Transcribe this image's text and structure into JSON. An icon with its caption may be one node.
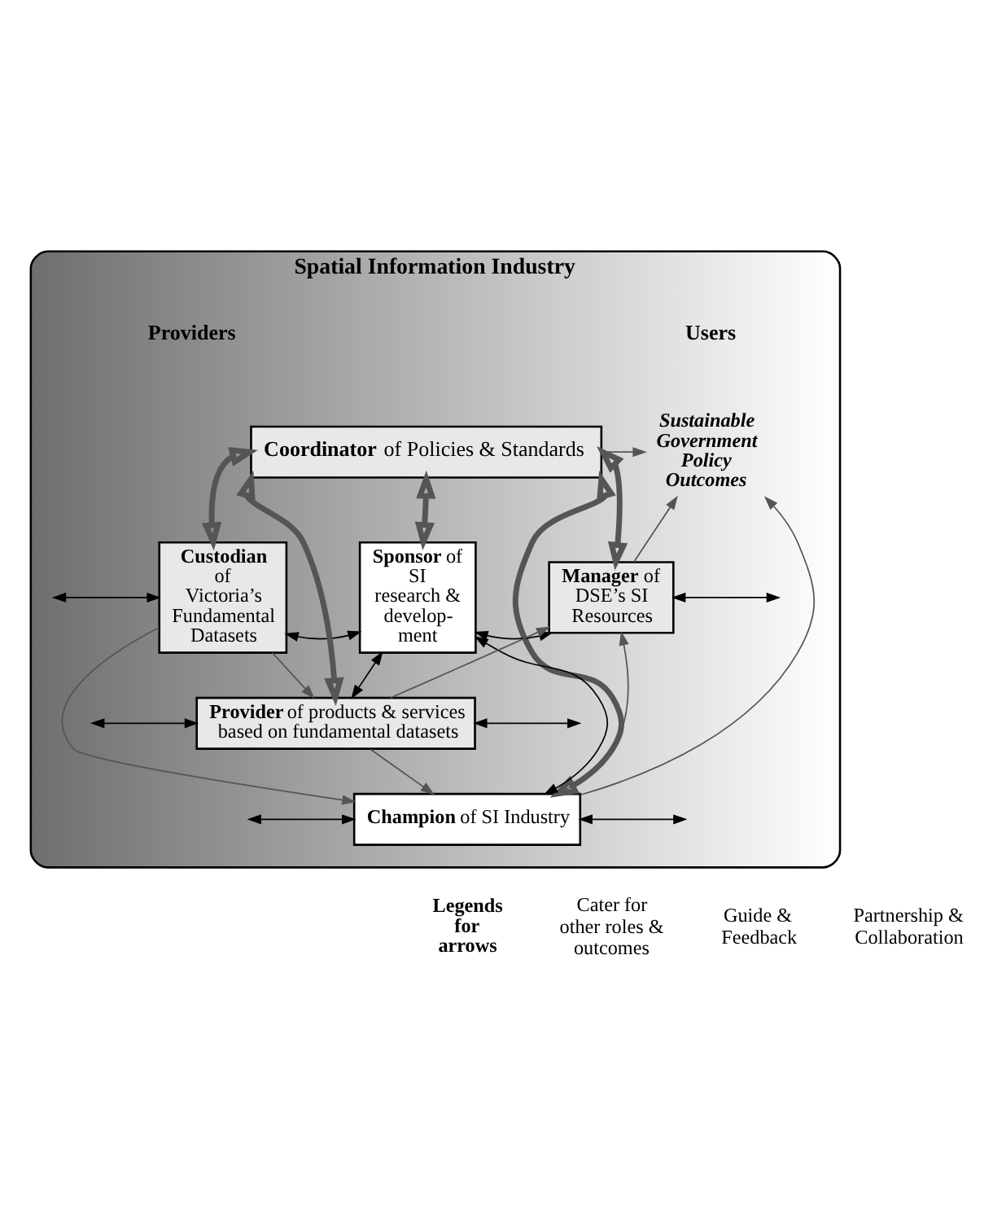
{
  "diagram": {
    "nodes": [
      {
        "text": [
          "Spatial Information Industry"
        ]
      },
      {
        "text": [
          "**Coordinator** of Policies & Standards"
        ],
        "in": 0
      },
      {
        "text": [
          "Sustainable Government Policy Outcomes"
        ],
        "in": 0
      },
      {
        "text": [
          "**Custodian** of Victoria’s Fundamental Datasets"
        ],
        "in": 0
      },
      {
        "text": [
          "**Sponsor** of SI research & develop- ment"
        ],
        "in": 0
      },
      {
        "text": [
          "**Manager** of DSE’s SI Resources"
        ],
        "in": 0
      },
      {
        "text": [
          "**Provider** of products & services based on fundamental datasets"
        ],
        "in": 0
      },
      {
        "text": [
          "**Champion** of SI Industry"
        ],
        "in": 0
      }
    ],
    "edges": [
      {
        "from": 1,
        "to": 2,
        "arrow": "to"
      },
      {
        "from": 1,
        "to": 3,
        "arrow": "both",
        "style": "thick"
      },
      {
        "from": 1,
        "to": 4,
        "arrow": "both",
        "style": "thick"
      },
      {
        "from": 1,
        "to": 5,
        "arrow": "both",
        "style": "thick"
      },
      {
        "from": 1,
        "to": 6,
        "arrow": "both",
        "style": "thick"
      },
      {
        "from": 1,
        "to": 7,
        "arrow": "both",
        "style": "thick"
      },
      {
        "from": 5,
        "to": 2,
        "arrow": "to"
      },
      {
        "from": 7,
        "to": 2,
        "arrow": "to"
      },
      {
        "from": null,
        "to": 3,
        "arrow": "both",
        "color": "#000000"
      },
      {
        "from": 3,
        "to": 4,
        "arrow": "both",
        "color": "#000000"
      },
      {
        "from": 4,
        "to": 5,
        "arrow": "both",
        "color": "#000000"
      },
      {
        "from": 5,
        "to": null,
        "arrow": "both",
        "color": "#000000"
      },
      {
        "from": 3,
        "to": 7,
        "arrow": "to"
      },
      {
        "from": 3,
        "to": 6,
        "arrow": "to"
      },
      {
        "from": 4,
        "to": 7,
        "arrow": "both",
        "color": "#000000"
      },
      {
        "from": 4,
        "to": 6,
        "arrow": "both",
        "color": "#000000"
      },
      {
        "from": 6,
        "to": 7,
        "arrow": "to"
      },
      {
        "from": 6,
        "to": 5,
        "arrow": "to"
      },
      {
        "from": 7,
        "to": 5,
        "arrow": "to"
      },
      {
        "from": null,
        "to": 6,
        "arrow": "both",
        "color": "#000000"
      },
      {
        "from": 6,
        "to": null,
        "arrow": "both",
        "color": "#000000"
      },
      {
        "from": null,
        "to": 7,
        "arrow": "both",
        "color": "#000000"
      },
      {
        "from": 7,
        "to": null,
        "arrow": "both",
        "color": "#000000"
      }
    ],
    "labels": [
      "Providers",
      "Users",
      "Legends for arrows"
    ],
    "legend": [
      {
        "text": "Cater for other roles & outcomes"
      },
      {
        "text": "Guide & Feedback"
      },
      {
        "text": "Partnership & Collaboration"
      }
    ]
  }
}
